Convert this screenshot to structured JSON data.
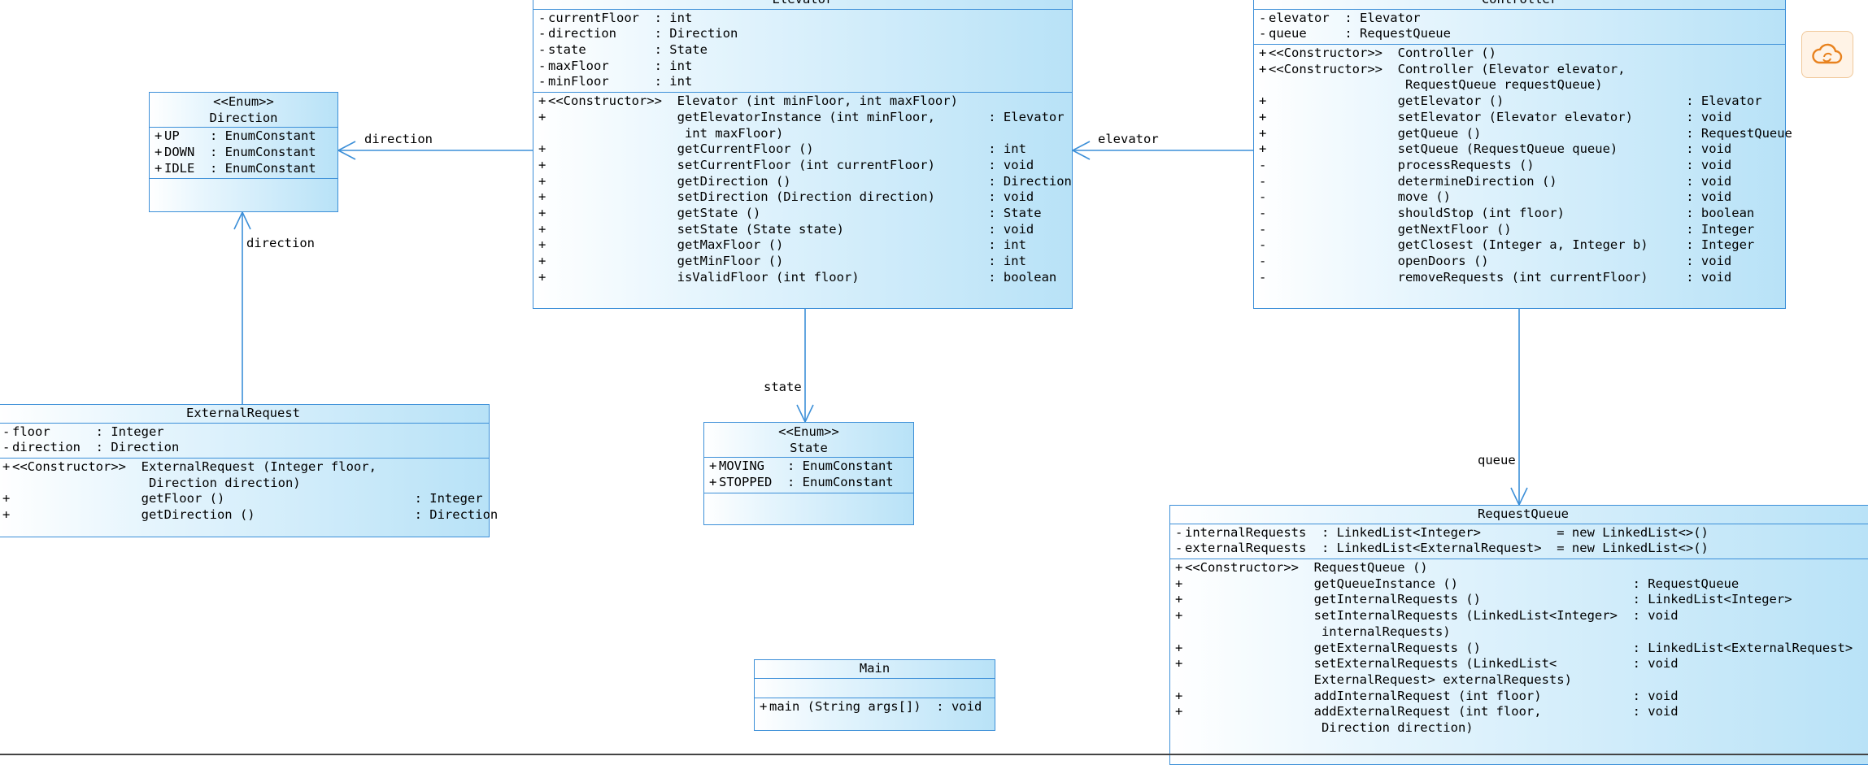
{
  "diagram": {
    "classes": {
      "elevator": {
        "name": "Elevator",
        "attributes": [
          {
            "vis": "-",
            "text": "currentFloor  : int"
          },
          {
            "vis": "-",
            "text": "direction     : Direction"
          },
          {
            "vis": "-",
            "text": "state         : State"
          },
          {
            "vis": "-",
            "text": "maxFloor      : int"
          },
          {
            "vis": "-",
            "text": "minFloor      : int"
          }
        ],
        "operations": [
          {
            "vis": "+",
            "text": "<<Constructor>>  Elevator (int minFloor, int maxFloor)"
          },
          {
            "vis": "+",
            "text": "                 getElevatorInstance (int minFloor,       : Elevator"
          },
          {
            "vis": "",
            "text": "                  int maxFloor)"
          },
          {
            "vis": "+",
            "text": "                 getCurrentFloor ()                       : int"
          },
          {
            "vis": "+",
            "text": "                 setCurrentFloor (int currentFloor)       : void"
          },
          {
            "vis": "+",
            "text": "                 getDirection ()                          : Direction"
          },
          {
            "vis": "+",
            "text": "                 setDirection (Direction direction)       : void"
          },
          {
            "vis": "+",
            "text": "                 getState ()                              : State"
          },
          {
            "vis": "+",
            "text": "                 setState (State state)                   : void"
          },
          {
            "vis": "+",
            "text": "                 getMaxFloor ()                           : int"
          },
          {
            "vis": "+",
            "text": "                 getMinFloor ()                           : int"
          },
          {
            "vis": "+",
            "text": "                 isValidFloor (int floor)                 : boolean"
          }
        ]
      },
      "controller": {
        "name": "Controller",
        "attributes": [
          {
            "vis": "-",
            "text": "elevator  : Elevator"
          },
          {
            "vis": "-",
            "text": "queue     : RequestQueue"
          }
        ],
        "operations": [
          {
            "vis": "+",
            "text": "<<Constructor>>  Controller ()"
          },
          {
            "vis": "+",
            "text": "<<Constructor>>  Controller (Elevator elevator,"
          },
          {
            "vis": "",
            "text": "                  RequestQueue requestQueue)"
          },
          {
            "vis": "+",
            "text": "                 getElevator ()                        : Elevator"
          },
          {
            "vis": "+",
            "text": "                 setElevator (Elevator elevator)       : void"
          },
          {
            "vis": "+",
            "text": "                 getQueue ()                           : RequestQueue"
          },
          {
            "vis": "+",
            "text": "                 setQueue (RequestQueue queue)         : void"
          },
          {
            "vis": "-",
            "text": "                 processRequests ()                    : void"
          },
          {
            "vis": "-",
            "text": "                 determineDirection ()                 : void"
          },
          {
            "vis": "-",
            "text": "                 move ()                               : void"
          },
          {
            "vis": "-",
            "text": "                 shouldStop (int floor)                : boolean"
          },
          {
            "vis": "-",
            "text": "                 getNextFloor ()                       : Integer"
          },
          {
            "vis": "-",
            "text": "                 getClosest (Integer a, Integer b)     : Integer"
          },
          {
            "vis": "-",
            "text": "                 openDoors ()                          : void"
          },
          {
            "vis": "-",
            "text": "                 removeRequests (int currentFloor)     : void"
          }
        ]
      },
      "direction": {
        "stereotype": "<<Enum>>",
        "name": "Direction",
        "attributes": [
          {
            "vis": "+",
            "text": "UP    : EnumConstant"
          },
          {
            "vis": "+",
            "text": "DOWN  : EnumConstant"
          },
          {
            "vis": "+",
            "text": "IDLE  : EnumConstant"
          }
        ]
      },
      "state": {
        "stereotype": "<<Enum>>",
        "name": "State",
        "attributes": [
          {
            "vis": "+",
            "text": "MOVING   : EnumConstant"
          },
          {
            "vis": "+",
            "text": "STOPPED  : EnumConstant"
          }
        ]
      },
      "external_request": {
        "name": "ExternalRequest",
        "attributes": [
          {
            "vis": "-",
            "text": "floor      : Integer"
          },
          {
            "vis": "-",
            "text": "direction  : Direction"
          }
        ],
        "operations": [
          {
            "vis": "+",
            "text": "<<Constructor>>  ExternalRequest (Integer floor,"
          },
          {
            "vis": "",
            "text": "                  Direction direction)"
          },
          {
            "vis": "+",
            "text": "                 getFloor ()                         : Integer"
          },
          {
            "vis": "+",
            "text": "                 getDirection ()                     : Direction"
          }
        ]
      },
      "request_queue": {
        "name": "RequestQueue",
        "attributes": [
          {
            "vis": "-",
            "text": "internalRequests  : LinkedList<Integer>          = new LinkedList<>()"
          },
          {
            "vis": "-",
            "text": "externalRequests  : LinkedList<ExternalRequest>  = new LinkedList<>()"
          }
        ],
        "operations": [
          {
            "vis": "+",
            "text": "<<Constructor>>  RequestQueue ()"
          },
          {
            "vis": "+",
            "text": "                 getQueueInstance ()                       : RequestQueue"
          },
          {
            "vis": "+",
            "text": "                 getInternalRequests ()                    : LinkedList<Integer>"
          },
          {
            "vis": "+",
            "text": "                 setInternalRequests (LinkedList<Integer>  : void"
          },
          {
            "vis": "",
            "text": "                  internalRequests)"
          },
          {
            "vis": "+",
            "text": "                 getExternalRequests ()                    : LinkedList<ExternalRequest>"
          },
          {
            "vis": "+",
            "text": "                 setExternalRequests (LinkedList<          : void"
          },
          {
            "vis": "",
            "text": "                 ExternalRequest> externalRequests)"
          },
          {
            "vis": "+",
            "text": "                 addInternalRequest (int floor)            : void"
          },
          {
            "vis": "+",
            "text": "                 addExternalRequest (int floor,            : void"
          },
          {
            "vis": "",
            "text": "                  Direction direction)"
          }
        ]
      },
      "main": {
        "name": "Main",
        "operations": [
          {
            "vis": "+",
            "text": "main (String args[])  : void"
          }
        ]
      }
    },
    "associations": {
      "elevator_direction": "direction",
      "external_request_direction": "direction",
      "elevator_state": "state",
      "controller_elevator": "elevator",
      "controller_queue": "queue"
    },
    "colors": {
      "border": "#3c8fd8",
      "fill_light": "#ffffff",
      "fill_dark": "#b8e2f7",
      "line": "#3c8fd8"
    },
    "icons": {
      "cloud": "cloud-sync-icon"
    }
  }
}
